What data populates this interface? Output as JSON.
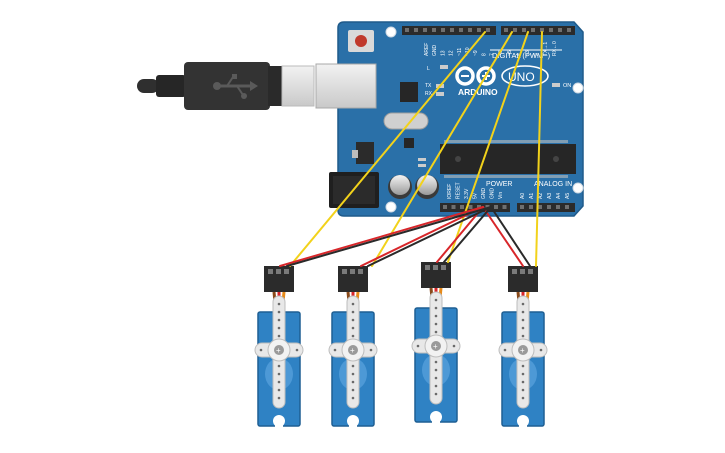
{
  "colors": {
    "background": "#ffffff",
    "board": "#2a70a8",
    "board_edge": "#1f5a8a",
    "header": "#2b2b2b",
    "chip": "#262626",
    "usb_cable": "#2f2f2f",
    "usb_metal": "#d8d8d8",
    "reset_button": "#c0392b",
    "signal_wire": "#f2d21b",
    "power_wire": "#d8262a",
    "ground_wire": "#2a2a2a",
    "servo_body": "#2f82c4",
    "servo_connector": "#2b2b2b",
    "servo_horn": "#e8e8e8"
  },
  "board": {
    "brand": "ARDUINO",
    "model": "UNO",
    "digital_label": "DIGITAL (PWM~)",
    "power_label": "POWER",
    "analog_label": "ANALOG IN",
    "on_label": "ON",
    "tx_label": "TX",
    "rx_label": "RX",
    "l_label": "L",
    "top_pin_labels": [
      "AREF",
      "GND",
      "13",
      "12",
      "~11",
      "~10",
      "~9",
      "8",
      "7",
      "~6",
      "~5",
      "4",
      "~3",
      "2",
      "TX→1",
      "RX←0"
    ],
    "power_pin_labels": [
      "IOREF",
      "RESET",
      "3.3V",
      "5V",
      "GND",
      "GND",
      "Vin"
    ],
    "analog_pin_labels": [
      "A0",
      "A1",
      "A2",
      "A3",
      "A4",
      "A5"
    ]
  },
  "components": {
    "servo_count": 4,
    "servos": [
      "servo-1",
      "servo-2",
      "servo-3",
      "servo-4"
    ]
  }
}
